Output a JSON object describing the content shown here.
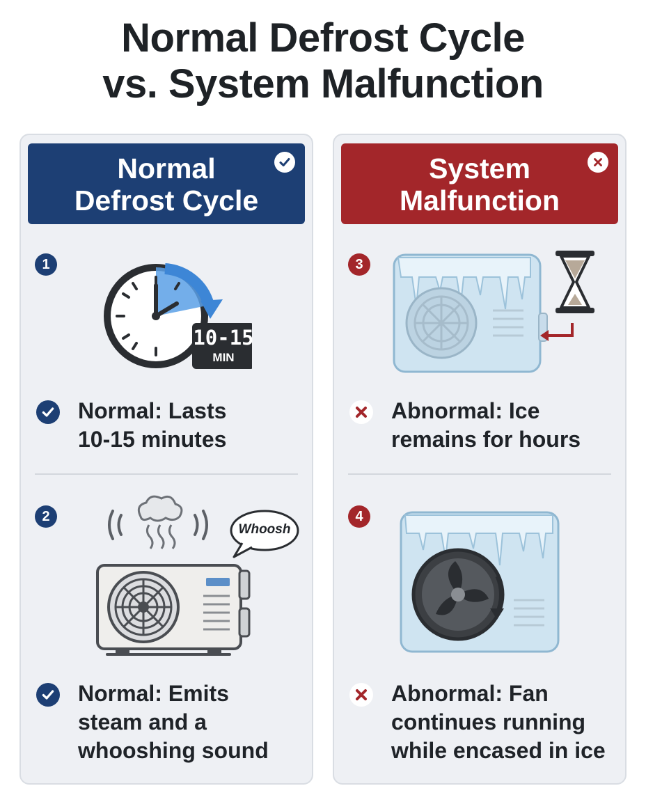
{
  "title": {
    "line1": "Normal Defrost Cycle",
    "line2": "vs. System Malfunction"
  },
  "left": {
    "header": {
      "line1": "Normal",
      "line2": "Defrost Cycle"
    },
    "header_icon": "check-icon",
    "color": "#1d3f74",
    "items": [
      {
        "number": "1",
        "illustration": "clock-timer-icon",
        "timer_value": "10-15",
        "timer_unit": "MIN",
        "status_icon": "check-icon",
        "text_line1": "Normal: Lasts",
        "text_line2": "10-15 minutes"
      },
      {
        "number": "2",
        "illustration": "steaming-ac-unit",
        "bubble": "Whoosh",
        "status_icon": "check-icon",
        "text_line1": "Normal: Emits",
        "text_line2": "steam and a",
        "text_line3": "whooshing sound"
      }
    ]
  },
  "right": {
    "header": {
      "line1": "System",
      "line2": "Malfunction"
    },
    "header_icon": "x-icon",
    "color": "#a3262a",
    "items": [
      {
        "number": "3",
        "illustration": "frozen-ac-unit-hourglass",
        "status_icon": "x-icon",
        "text_line1": "Abnormal: Ice",
        "text_line2": "remains for hours"
      },
      {
        "number": "4",
        "illustration": "frozen-ac-unit-spinning-fan",
        "status_icon": "x-icon",
        "text_line1": "Abnormal: Fan",
        "text_line2": "continues running",
        "text_line3": "while encased in ice"
      }
    ]
  }
}
